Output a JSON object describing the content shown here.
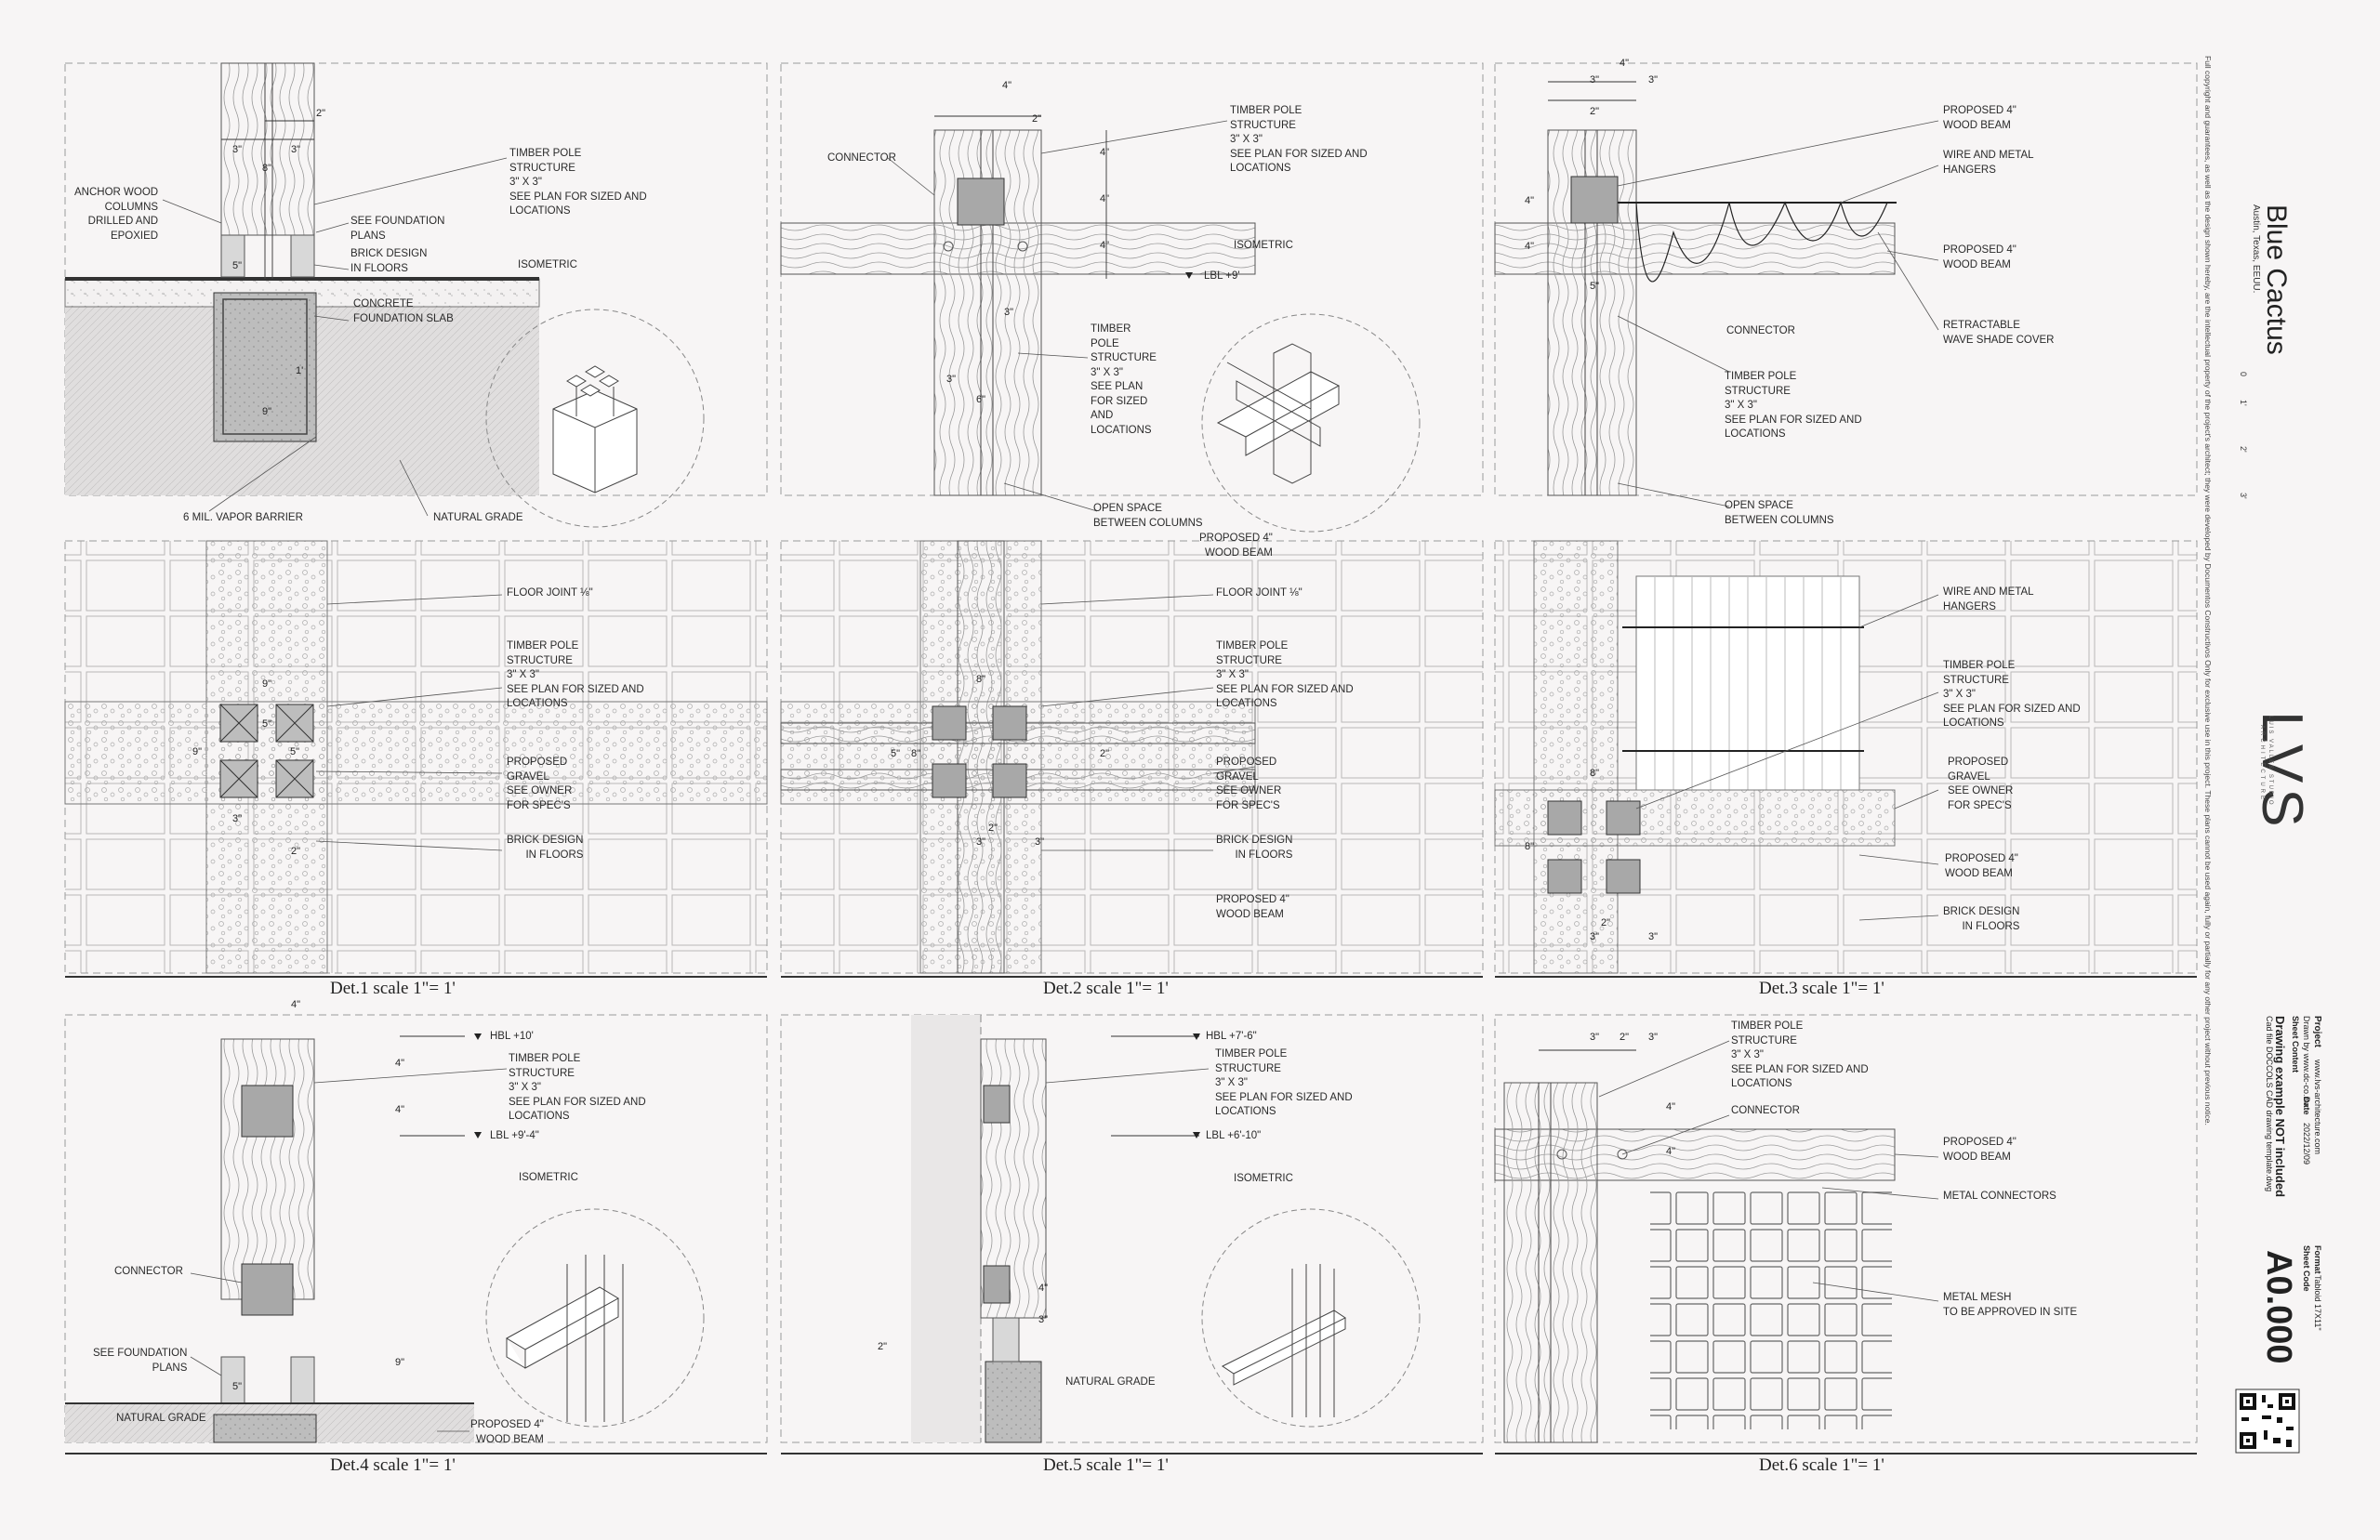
{
  "details": [
    {
      "caption": "Det.1 scale 1\"= 1'",
      "labels": {
        "l1": "TIMBER POLE\nSTRUCTURE\n3\" X 3\"\nSEE PLAN FOR SIZED AND\nLOCATIONS",
        "l2": "ANCHOR WOOD\nCOLUMNS\nDRILLED AND\nEPOXIED",
        "l3": "SEE FOUNDATION\nPLANS",
        "l4": "BRICK DESIGN\nIN FLOORS",
        "l5": "CONCRETE\nFOUNDATION SLAB",
        "l6": "ISOMETRIC",
        "l7": "6 MIL. VAPOR BARRIER",
        "l8": "NATURAL GRADE"
      },
      "dims": [
        "2\"",
        "3\"",
        "8\"",
        "3\"",
        "5\"",
        "9\"",
        "1'"
      ]
    },
    {
      "caption": "Det.2 scale 1\"= 1'",
      "labels": {
        "l1": "CONNECTOR",
        "l2": "TIMBER POLE\nSTRUCTURE\n3\" X 3\"\nSEE PLAN FOR SIZED AND\nLOCATIONS",
        "l3": "ISOMETRIC",
        "l4": "LBL +9'",
        "l5": "TIMBER\nPOLE\nSTRUCTURE\n3\" X 3\"\nSEE PLAN\nFOR SIZED\nAND\nLOCATIONS",
        "l6": "OPEN SPACE\nBETWEEN COLUMNS",
        "l7": "PROPOSED 4\"\nWOOD BEAM"
      },
      "dims": [
        "4\"",
        "2\"",
        "4\"",
        "4\"",
        "4\"",
        "3\"",
        "3\"",
        "6\""
      ]
    },
    {
      "caption": "Det.3 scale 1\"= 1'",
      "labels": {
        "l1": "PROPOSED 4\"\nWOOD BEAM",
        "l2": "WIRE AND METAL\nHANGERS",
        "l3": "PROPOSED 4\"\nWOOD BEAM",
        "l4": "CONNECTOR",
        "l5": "RETRACTABLE\nWAVE SHADE COVER",
        "l6": "TIMBER POLE\nSTRUCTURE\n3\" X 3\"\nSEE PLAN FOR SIZED AND\nLOCATIONS",
        "l7": "OPEN SPACE\nBETWEEN COLUMNS"
      },
      "dims": [
        "4\"",
        "3\"",
        "3\"",
        "2\"",
        "4\"",
        "4\"",
        "5\""
      ]
    },
    {
      "caption": "Det.4 scale 1\"= 1'",
      "labels": {
        "l1": "HBL +10'",
        "l2": "TIMBER POLE\nSTRUCTURE\n3\" X 3\"\nSEE PLAN FOR SIZED AND\nLOCATIONS",
        "l3": "LBL +9'-4\"",
        "l4": "ISOMETRIC",
        "l5": "CONNECTOR",
        "l6": "SEE FOUNDATION\nPLANS",
        "l7": "NATURAL GRADE",
        "l8": "PROPOSED 4\"\nWOOD BEAM"
      },
      "dims": [
        "4\"",
        "4\"",
        "4\"",
        "5\"",
        "9\""
      ]
    },
    {
      "caption": "Det.5 scale 1\"= 1'",
      "labels": {
        "l1": "HBL +7'-6\"",
        "l2": "TIMBER POLE\nSTRUCTURE\n3\" X 3\"\nSEE PLAN FOR SIZED AND\nLOCATIONS",
        "l3": "LBL +6'-10\"",
        "l4": "ISOMETRIC",
        "l5": "NATURAL GRADE"
      },
      "dims": [
        "4\"",
        "3\"",
        "2\""
      ]
    },
    {
      "caption": "Det.6 scale 1\"= 1'",
      "labels": {
        "l1": "TIMBER POLE\nSTRUCTURE\n3\" X 3\"\nSEE PLAN FOR SIZED AND\nLOCATIONS",
        "l2": "CONNECTOR",
        "l3": "PROPOSED 4\"\nWOOD BEAM",
        "l4": "METAL CONNECTORS",
        "l5": "METAL MESH\nTO BE APPROVED IN SITE"
      },
      "dims": [
        "3\"",
        "2\"",
        "3\"",
        "4\"",
        "4\""
      ]
    }
  ],
  "plans": [
    {
      "labels": {
        "l1": "FLOOR JOINT ⅛\"",
        "l2": "TIMBER POLE\nSTRUCTURE\n3\" X 3\"\nSEE PLAN FOR SIZED AND\nLOCATIONS",
        "l3": "PROPOSED\nGRAVEL\nSEE OWNER\nFOR SPEC'S",
        "l4": "BRICK DESIGN\nIN FLOORS"
      },
      "dims": [
        "9\"",
        "9\"",
        "5\"",
        "5\"",
        "3\"",
        "2\""
      ]
    },
    {
      "labels": {
        "l1": "FLOOR JOINT ⅛\"",
        "l2": "TIMBER POLE\nSTRUCTURE\n3\" X 3\"\nSEE PLAN FOR SIZED AND\nLOCATIONS",
        "l3": "PROPOSED\nGRAVEL\nSEE OWNER\nFOR SPEC'S",
        "l4": "BRICK DESIGN\nIN FLOORS",
        "l5": "PROPOSED 4\"\nWOOD BEAM"
      },
      "dims": [
        "8\"",
        "5\"",
        "8\"",
        "2\"",
        "3\"",
        "2\"",
        "3\""
      ]
    },
    {
      "labels": {
        "l1": "WIRE AND METAL\nHANGERS",
        "l2": "TIMBER POLE\nSTRUCTURE\n3\" X 3\"\nSEE PLAN FOR SIZED AND\nLOCATIONS",
        "l3": "PROPOSED\nGRAVEL\nSEE OWNER\nFOR SPEC'S",
        "l4": "PROPOSED 4\"\nWOOD BEAM",
        "l5": "BRICK DESIGN\nIN FLOORS"
      },
      "dims": [
        "8\"",
        "8\"",
        "2\"",
        "3\"",
        "3\""
      ]
    }
  ],
  "title_block": {
    "copyright": "Full copyright and guarantees, as well as the design shown hereby, are the intellectual property of the project's architect; they were developed by Documentos Constructivos Only for exclusive use in this project. These plans cannot be used again, fully or partially for any other project without previous notice.",
    "project_name": "Blue Cactus",
    "location": "Austin, Texas, EEUU.",
    "scale_ticks": [
      "0",
      "1'",
      "2'",
      "3'"
    ],
    "logo": "LVS",
    "logo_sub": "LUIS VALLES STUDIO",
    "logo_sub2": "ARCHITECTURE",
    "project_label": "Project",
    "drawn_label": "Drawn by www.dc-co.mx",
    "sheet_content_label": "Sheet Content",
    "web": "www.lvs-architecture.com",
    "date_label": "Date",
    "date": "2022/12/09",
    "format_label": "Format",
    "format": "Tabloid 17X11\"",
    "sheet_code_label": "Sheet Code",
    "note_main": "Drawing example NOT included",
    "note_file": "Cad file DOCCOLS CAD drawing template.dwg",
    "sheet_code": "A0.000"
  }
}
